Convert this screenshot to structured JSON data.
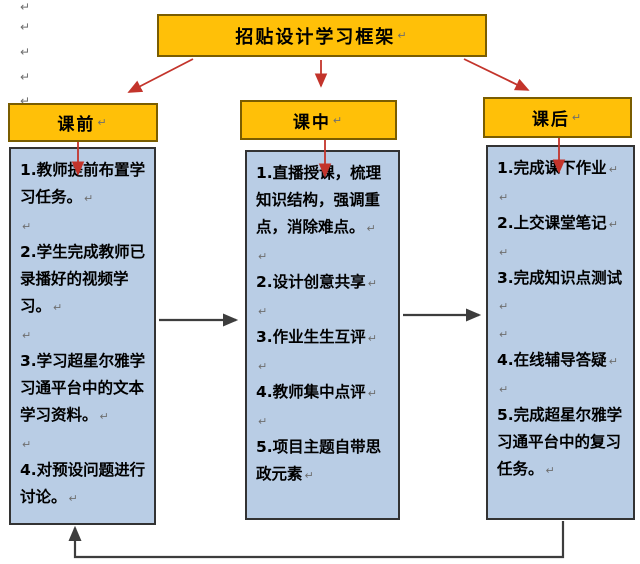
{
  "title": {
    "text": "招贴设计学习框架"
  },
  "marks": {
    "return_mark": "↵"
  },
  "margin_marks_y": [
    0,
    20,
    45,
    70,
    94
  ],
  "columns": [
    {
      "header": "课前",
      "items": [
        "1.教师提前布置学习任务。",
        "2.学生完成教师已录播好的视频学习。",
        "3.学习超星尔雅学习通平台中的文本学习资料。",
        "4.对预设问题进行讨论。"
      ]
    },
    {
      "header": "课中",
      "items": [
        "1.直播授课，梳理知识结构，强调重点，消除难点。",
        "2.设计创意共享",
        "3.作业生生互评",
        "4.教师集中点评",
        "5.项目主题自带思政元素"
      ]
    },
    {
      "header": "课后",
      "items": [
        "1.完成课下作业",
        "2.上交课堂笔记",
        "3.完成知识点测试",
        "4.在线辅导答疑",
        "5.完成超星尔雅学习通平台中的复习任务。"
      ]
    }
  ],
  "connectors": [
    {
      "from": "title",
      "to": "课前",
      "color": "red"
    },
    {
      "from": "title",
      "to": "课中",
      "color": "red"
    },
    {
      "from": "title",
      "to": "课后",
      "color": "red"
    },
    {
      "from": "课前-header",
      "to": "课前-body",
      "color": "red"
    },
    {
      "from": "课中-header",
      "to": "课中-body",
      "color": "red"
    },
    {
      "from": "课后-header",
      "to": "课后-body",
      "color": "red"
    },
    {
      "from": "课前",
      "to": "课中",
      "color": "black"
    },
    {
      "from": "课中",
      "to": "课后",
      "color": "black"
    },
    {
      "from": "课后",
      "to": "课前",
      "color": "black",
      "style": "feedback-loop"
    }
  ],
  "colors": {
    "background": "#FFFFFF",
    "text": "#000000",
    "header_fill": "#FFC008",
    "header_border": "#7A5D00",
    "body_fill": "#B9CDE5",
    "body_border": "#333333",
    "red_arrow": "#C3342B",
    "black_arrow": "#3D3D3D",
    "return_mark": "#6E6E6E"
  }
}
